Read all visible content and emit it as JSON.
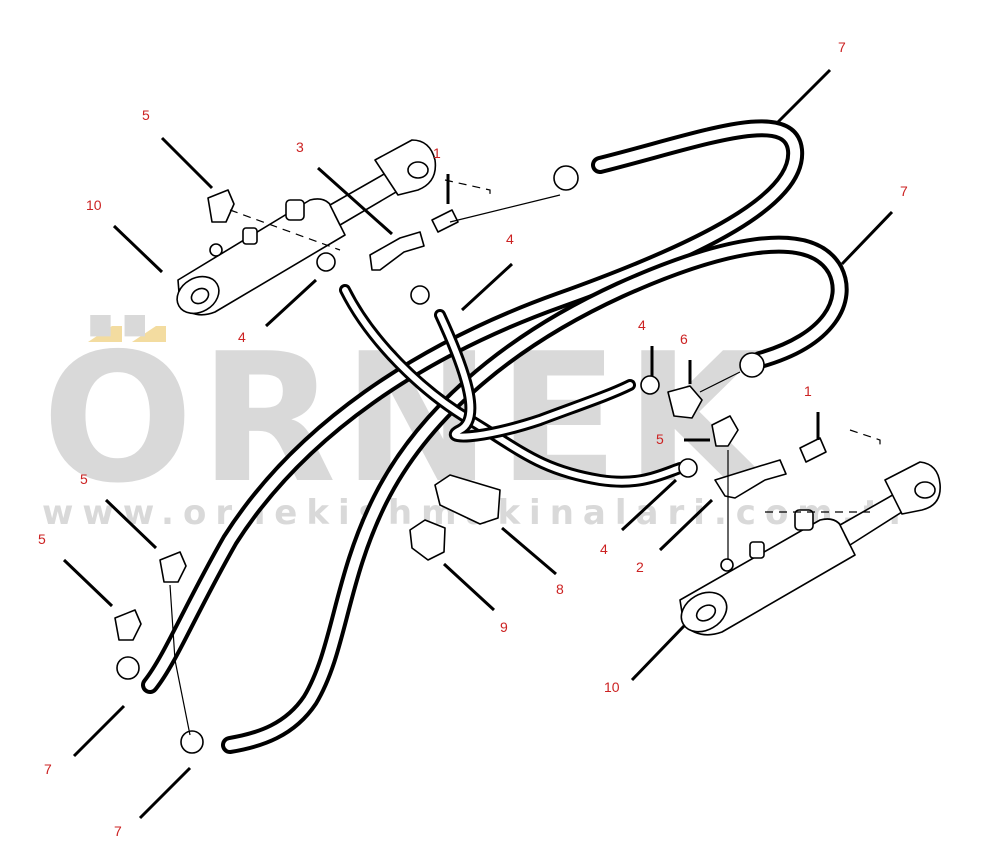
{
  "watermark": {
    "brand": "ÖRNEK",
    "url": "www.ornekishmakinalari.com.tr"
  },
  "callouts": {
    "c1_left": "1",
    "c1_right": "1",
    "c2": "2",
    "c3": "3",
    "c4_left": "4",
    "c4_center": "4",
    "c4_right_top": "4",
    "c4_right_bottom": "4",
    "c5_top": "5",
    "c5_mid": "5",
    "c5_left": "5",
    "c5_right": "5",
    "c6": "6",
    "c7_top": "7",
    "c7_right": "7",
    "c7_left_a": "7",
    "c7_left_b": "7",
    "c8": "8",
    "c9": "9",
    "c10_left": "10",
    "c10_right": "10"
  },
  "colors": {
    "callout": "#cc2222",
    "watermark": "#d9d9d9",
    "accent": "#f3dca0",
    "line": "#000000"
  }
}
